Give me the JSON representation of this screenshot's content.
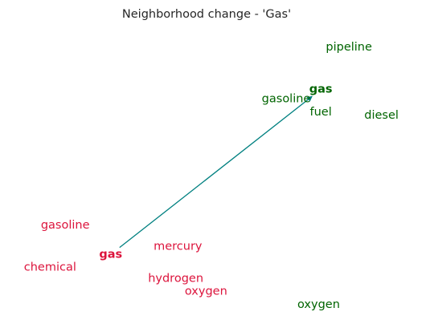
{
  "chart_data": {
    "type": "scatter",
    "title": "Neighborhood change - 'Gas'",
    "xlabel": "",
    "ylabel": "",
    "grid": false,
    "axes_visible": false,
    "colors": {
      "old": "#dc143c",
      "new": "#006400",
      "arrow": "#008080",
      "title": "#262626"
    },
    "series": [
      {
        "role": "old",
        "points": [
          {
            "label": "gas",
            "x": -0.6,
            "y": -0.5,
            "anchor": true
          },
          {
            "label": "gasoline",
            "x": -0.81,
            "y": -0.32,
            "anchor": false
          },
          {
            "label": "chemical",
            "x": -0.88,
            "y": -0.58,
            "anchor": false
          },
          {
            "label": "mercury",
            "x": -0.29,
            "y": -0.45,
            "anchor": false
          },
          {
            "label": "hydrogen",
            "x": -0.3,
            "y": -0.65,
            "anchor": false
          },
          {
            "label": "oxygen",
            "x": -0.16,
            "y": -0.73,
            "anchor": false
          }
        ]
      },
      {
        "role": "new",
        "points": [
          {
            "label": "gas",
            "x": 0.37,
            "y": 0.52,
            "anchor": true
          },
          {
            "label": "pipeline",
            "x": 0.5,
            "y": 0.78,
            "anchor": false
          },
          {
            "label": "gasoline",
            "x": 0.21,
            "y": 0.46,
            "anchor": false
          },
          {
            "label": "fuel",
            "x": 0.37,
            "y": 0.38,
            "anchor": false
          },
          {
            "label": "diesel",
            "x": 0.65,
            "y": 0.36,
            "anchor": false
          },
          {
            "label": "oxygen",
            "x": 0.36,
            "y": -0.81,
            "anchor": false
          }
        ]
      }
    ],
    "arrow": {
      "from": [
        -0.6,
        -0.5
      ],
      "to": [
        0.37,
        0.52
      ]
    },
    "xlim": [
      -1.0,
      0.8
    ],
    "ylim": [
      -0.9,
      0.9
    ]
  }
}
